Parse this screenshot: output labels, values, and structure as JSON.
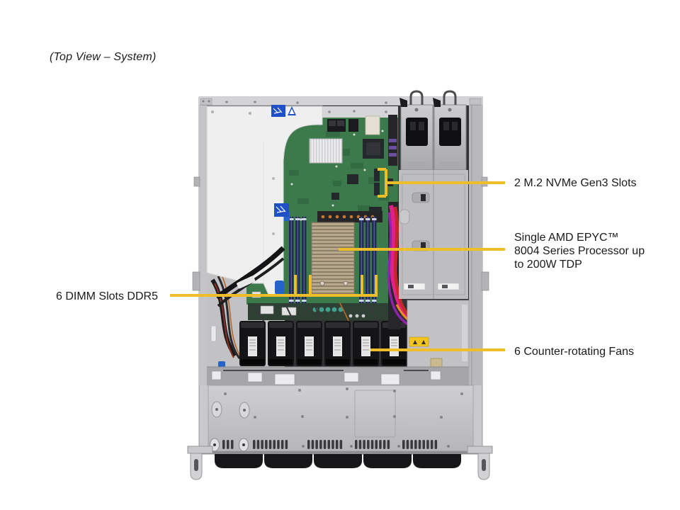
{
  "figure": {
    "caption": "(Top View – System)"
  },
  "callouts": {
    "m2": {
      "label": "2 M.2 NVMe Gen3 Slots"
    },
    "cpu": {
      "label": "Single AMD EPYC™\n8004 Series Processor up\nto 200W TDP"
    },
    "dimm": {
      "label": "6 DIMM Slots DDR5"
    },
    "fans": {
      "label": "6 Counter-rotating Fans"
    }
  },
  "colors": {
    "background": "#FFFFFF",
    "callout_line": "#EFBD27",
    "label_text": "#1A1A1A"
  }
}
